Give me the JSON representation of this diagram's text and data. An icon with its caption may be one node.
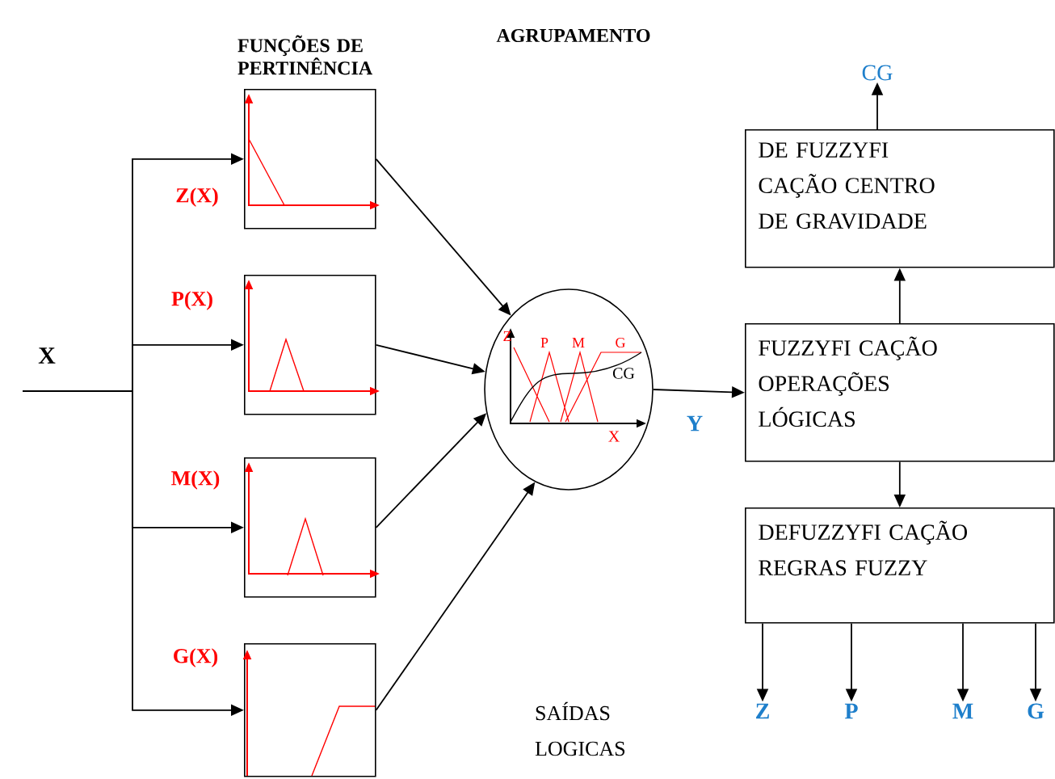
{
  "diagram": {
    "nodes": [
      {
        "text": [],
        "shape": "box",
        "beside": [
          "Z(X)"
        ]
      },
      {
        "text": [],
        "shape": "box",
        "beside": [
          "P(X)"
        ]
      },
      {
        "text": [],
        "shape": "box",
        "beside": [
          "M(X)"
        ]
      },
      {
        "text": [],
        "shape": "box",
        "beside": [
          "G(X)"
        ]
      },
      {
        "text": [],
        "shape": "circle"
      },
      {
        "text": [
          "CG"
        ]
      },
      {
        "text": [
          "DE FUZZYFI CAÇÃO CENTRO DE GRAVIDADE"
        ]
      },
      {
        "text": [
          "FUZZYFI CAÇÃO OPERAÇÕES LÓGICAS"
        ]
      },
      {
        "text": [
          "DEFUZZYFI CAÇÃO REGRAS FUZZY"
        ]
      },
      {
        "text": [
          "Z"
        ]
      },
      {
        "text": [
          "P"
        ]
      },
      {
        "text": [
          "M"
        ]
      },
      {
        "text": [
          "G"
        ]
      }
    ],
    "edges": [
      {
        "from": null,
        "to": 0,
        "arrow": "to"
      },
      {
        "from": null,
        "to": 1,
        "arrow": "to"
      },
      {
        "from": null,
        "to": 2,
        "arrow": "to"
      },
      {
        "from": null,
        "to": 3,
        "arrow": "to"
      },
      {
        "from": 0,
        "to": 4,
        "arrow": "to"
      },
      {
        "from": 1,
        "to": 4,
        "arrow": "to"
      },
      {
        "from": 2,
        "to": 4,
        "arrow": "to"
      },
      {
        "from": 3,
        "to": 4,
        "arrow": "to"
      },
      {
        "from": 4,
        "to": 7,
        "arrow": "to",
        "label": "Y"
      },
      {
        "from": 7,
        "to": 6,
        "arrow": "to"
      },
      {
        "from": 6,
        "to": 5,
        "arrow": "to"
      },
      {
        "from": 7,
        "to": 8,
        "arrow": "to"
      },
      {
        "from": 8,
        "to": 9,
        "arrow": "to"
      },
      {
        "from": 8,
        "to": 10,
        "arrow": "to"
      },
      {
        "from": 8,
        "to": 11,
        "arrow": "to"
      },
      {
        "from": 8,
        "to": 12,
        "arrow": "to"
      }
    ],
    "labels": [
      "FUNÇÕES DE PERTINÊNCIA",
      "AGRUPAMENTO",
      "X",
      "Z",
      "P",
      "M",
      "G",
      "CG",
      "X",
      "SAÍDAS LOGICAS"
    ]
  }
}
